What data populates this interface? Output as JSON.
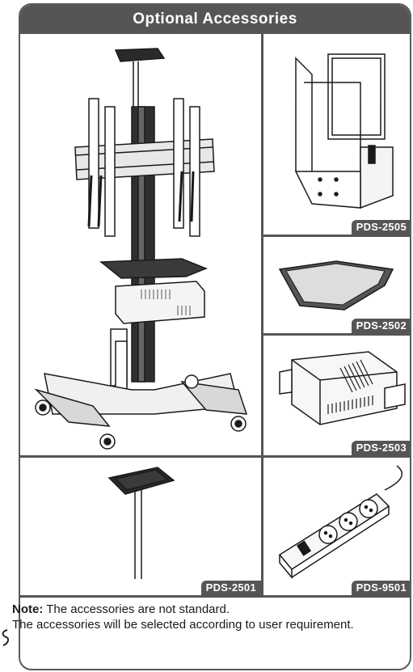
{
  "header": {
    "title": "Optional Accessories"
  },
  "products": [
    {
      "code": "PDS-2505",
      "icon": "computer-holder-icon"
    },
    {
      "code": "PDS-2502",
      "icon": "shelf-tray-icon"
    },
    {
      "code": "PDS-2503",
      "icon": "device-box-icon"
    },
    {
      "code": "PDS-2501",
      "icon": "camera-tray-pole-icon"
    },
    {
      "code": "PDS-9501",
      "icon": "power-strip-icon"
    }
  ],
  "note": {
    "label": "Note:",
    "line1": " The accessories are not standard.",
    "line2": "The accessories will be selected according to user requirement."
  },
  "colors": {
    "dark_gray": "#555555",
    "line": "#1a1a1a"
  }
}
